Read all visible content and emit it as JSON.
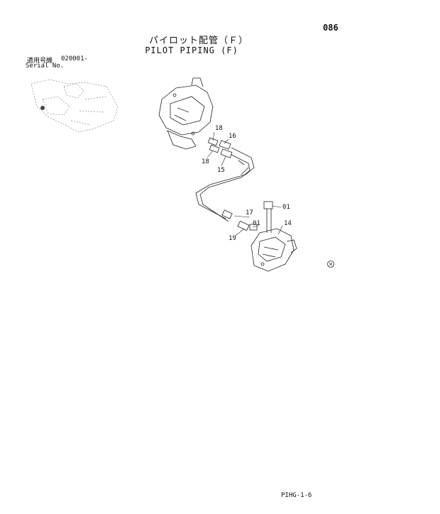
{
  "header": {
    "page_number": "086",
    "title_jp": "パイロット配管（Ｆ）",
    "title_en": "PILOT PIPING (F)"
  },
  "serial": {
    "label_jp": "適用号機",
    "value": "020001-",
    "label_en": "Serial No."
  },
  "callouts": {
    "c18a": "18",
    "c16": "16",
    "c18b": "18",
    "c15": "15",
    "c01a": "01",
    "c17": "17",
    "c01b": "01",
    "c14": "14",
    "c19": "19"
  },
  "footer": {
    "code": "PIHG-1-6"
  }
}
